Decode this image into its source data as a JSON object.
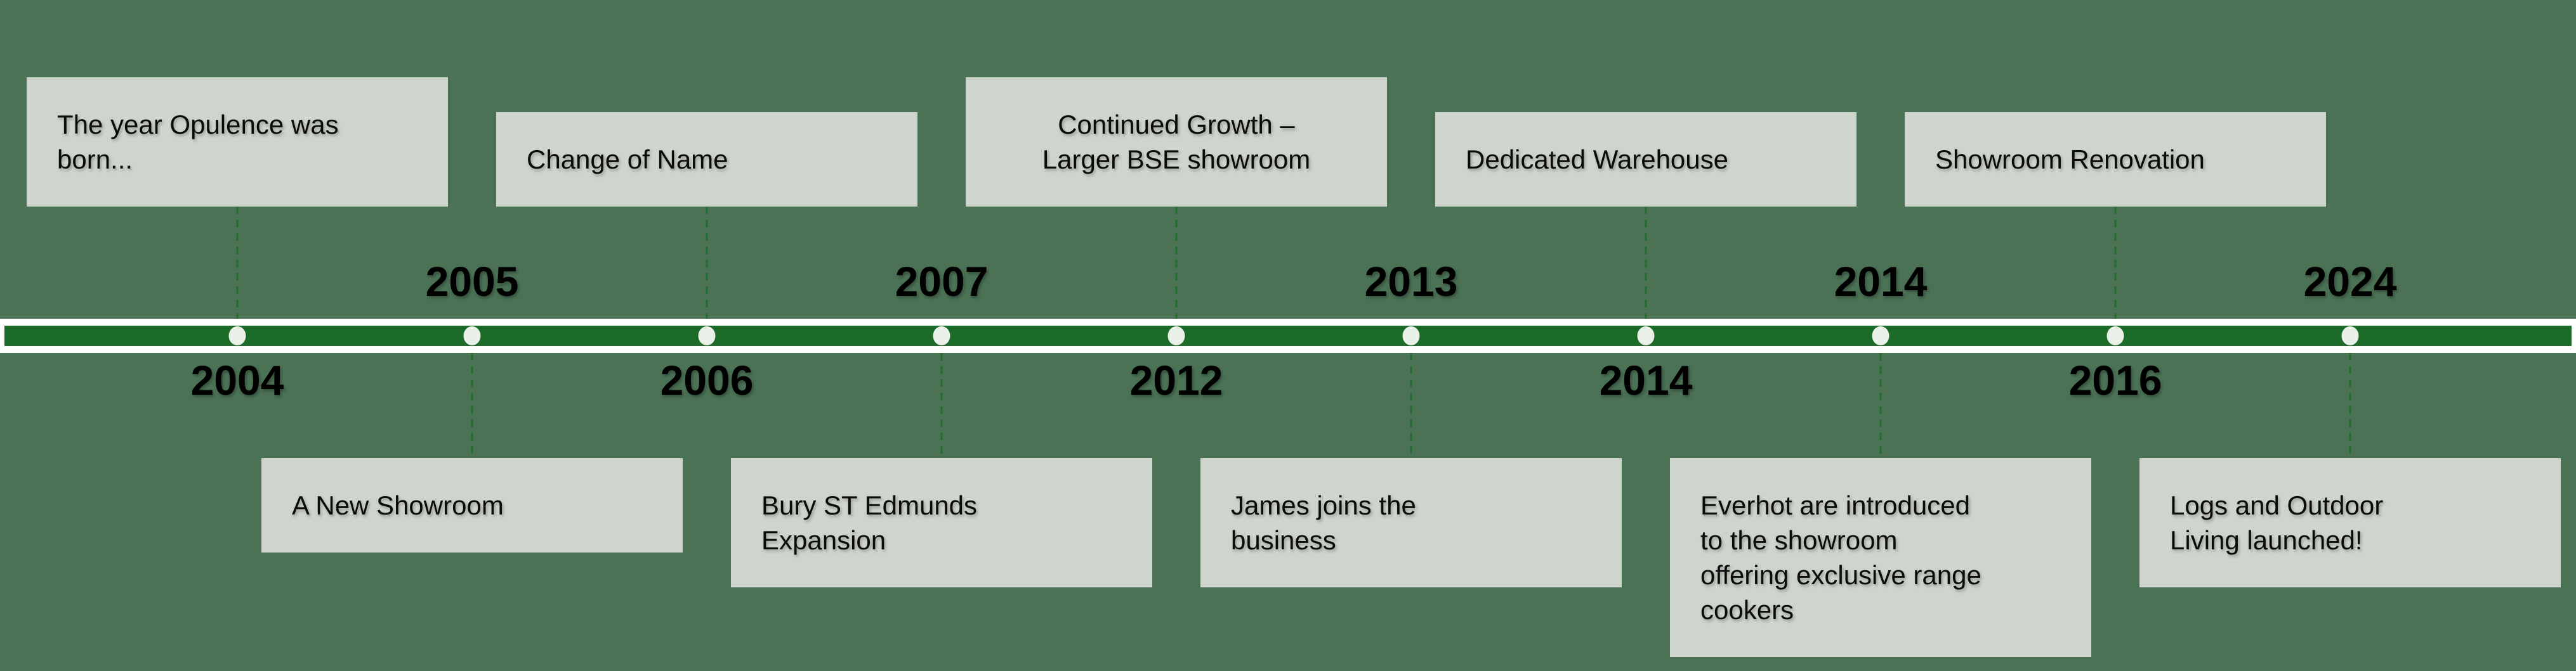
{
  "timeline": {
    "colors": {
      "background": "#4b7255",
      "bar": "#1d6b29",
      "bar_outline": "#ffffff",
      "dot": "#e9f1e9",
      "connector": "#226e2f",
      "box": "#ced5cc",
      "box_text": "#0b0b0b",
      "year_text": "#000000"
    },
    "events": [
      {
        "year": "2004",
        "title": "The year Opulence was\nborn...",
        "box_side": "top"
      },
      {
        "year": "2005",
        "title": "A New Showroom",
        "box_side": "bottom"
      },
      {
        "year": "2006",
        "title": "Change of Name",
        "box_side": "top"
      },
      {
        "year": "2007",
        "title": "Bury ST Edmunds\nExpansion",
        "box_side": "bottom"
      },
      {
        "year": "2012",
        "title": "Continued Growth –\nLarger BSE showroom",
        "box_side": "top"
      },
      {
        "year": "2013",
        "title": "James joins the\nbusiness",
        "box_side": "bottom"
      },
      {
        "year": "2014",
        "title": "Dedicated Warehouse",
        "box_side": "top"
      },
      {
        "year": "2014",
        "title": "Everhot are introduced\nto the showroom\noffering exclusive range\ncookers",
        "box_side": "bottom"
      },
      {
        "year": "2016",
        "title": "Showroom Renovation",
        "box_side": "top"
      },
      {
        "year": "2024",
        "title": "Logs and Outdoor\nLiving launched!",
        "box_side": "bottom"
      }
    ]
  }
}
